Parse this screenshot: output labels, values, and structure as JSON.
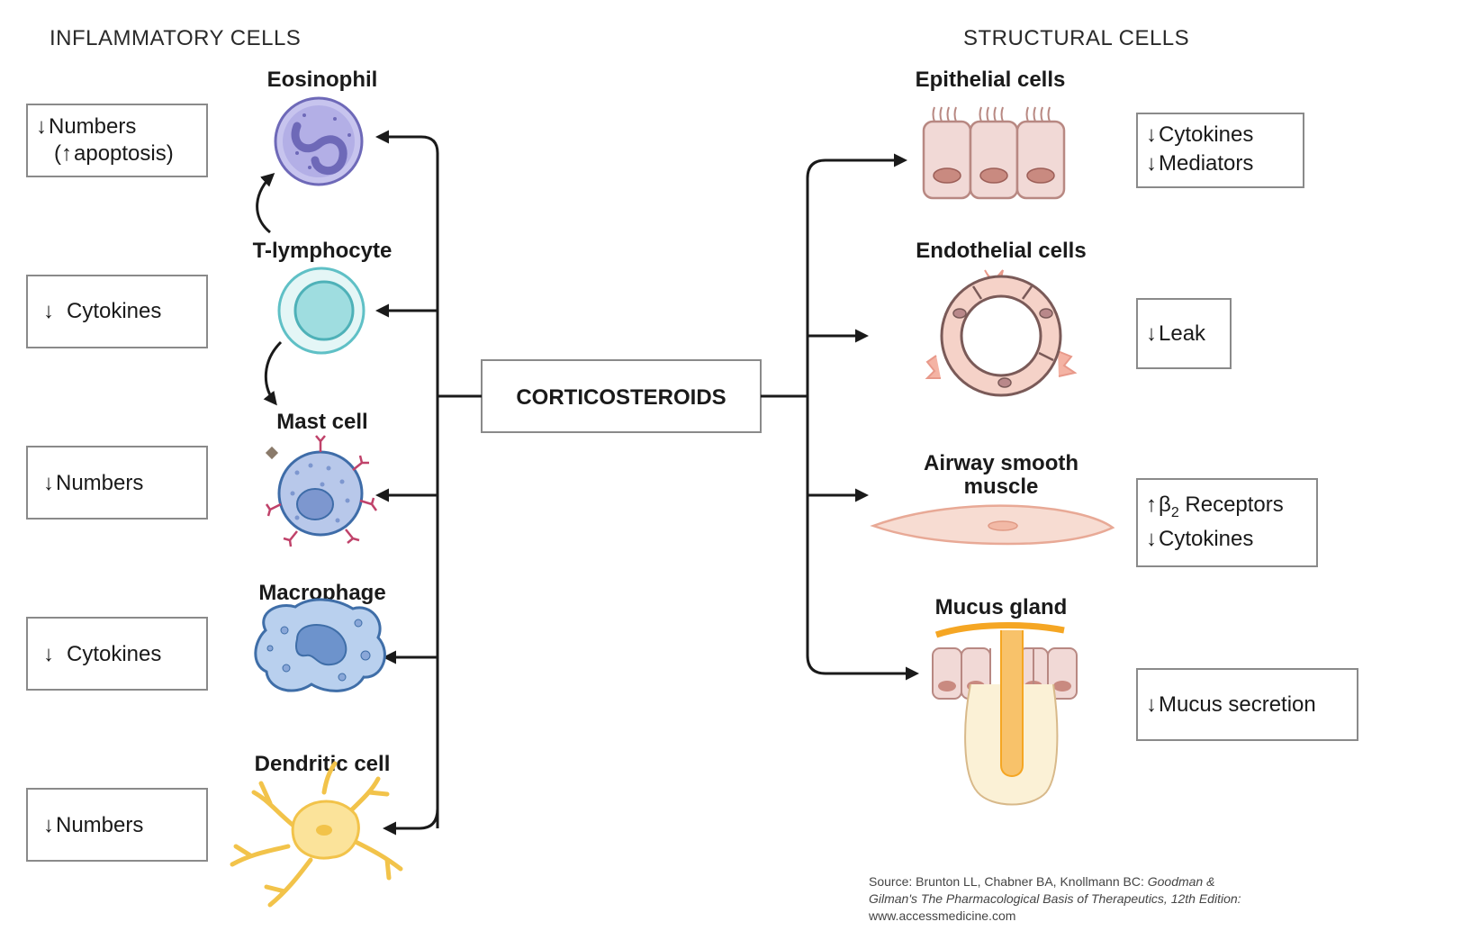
{
  "sections": {
    "left_title": "INFLAMMATORY CELLS",
    "right_title": "STRUCTURAL CELLS"
  },
  "center": {
    "label": "CORTICOSTEROIDS"
  },
  "glyphs": {
    "down": "↓",
    "up": "↑"
  },
  "inflammatory": [
    {
      "name": "Eosinophil",
      "effects": [
        {
          "arrow": "down",
          "text": "Numbers"
        },
        {
          "prefix": "(",
          "arrow": "up",
          "text": "apoptosis)"
        }
      ],
      "color": "#9d97d8"
    },
    {
      "name": "T-lymphocyte",
      "effects": [
        {
          "arrow": "down",
          "text": "Cytokines"
        }
      ],
      "color": "#8fd3d6"
    },
    {
      "name": "Mast cell",
      "effects": [
        {
          "arrow": "down",
          "text": "Numbers"
        }
      ],
      "color": "#9fb3de"
    },
    {
      "name": "Macrophage",
      "effects": [
        {
          "arrow": "down",
          "text": "Cytokines"
        }
      ],
      "color": "#a9c2e8"
    },
    {
      "name": "Dendritic cell",
      "effects": [
        {
          "arrow": "down",
          "text": "Numbers"
        }
      ],
      "color": "#f7d26a"
    }
  ],
  "structural": [
    {
      "name": "Epithelial cells",
      "effects": [
        {
          "arrow": "down",
          "text": "Cytokines"
        },
        {
          "arrow": "down",
          "text": "Mediators"
        }
      ],
      "color": "#f1d6d3"
    },
    {
      "name": "Endothelial cells",
      "effects": [
        {
          "arrow": "down",
          "text": "Leak"
        }
      ],
      "color": "#f2c6bc"
    },
    {
      "name_lines": [
        "Airway smooth",
        "muscle"
      ],
      "effects": [
        {
          "arrow": "up",
          "text": "β",
          "sub": "2",
          "text_after": " Receptors"
        },
        {
          "arrow": "down",
          "text": "Cytokines"
        }
      ],
      "color": "#f6d3c8"
    },
    {
      "name": "Mucus gland",
      "effects": [
        {
          "arrow": "down",
          "text": "Mucus secretion"
        }
      ],
      "color": "#f8c26a"
    }
  ],
  "source": {
    "line1_plain": "Source: Brunton LL, Chabner BA, Knollmann BC: ",
    "line1_italic": "Goodman &",
    "line2_italic": "Gilman's The Pharmacological Basis of Therapeutics, 12th Edition:",
    "line3_plain": "www.accessmedicine.com"
  }
}
